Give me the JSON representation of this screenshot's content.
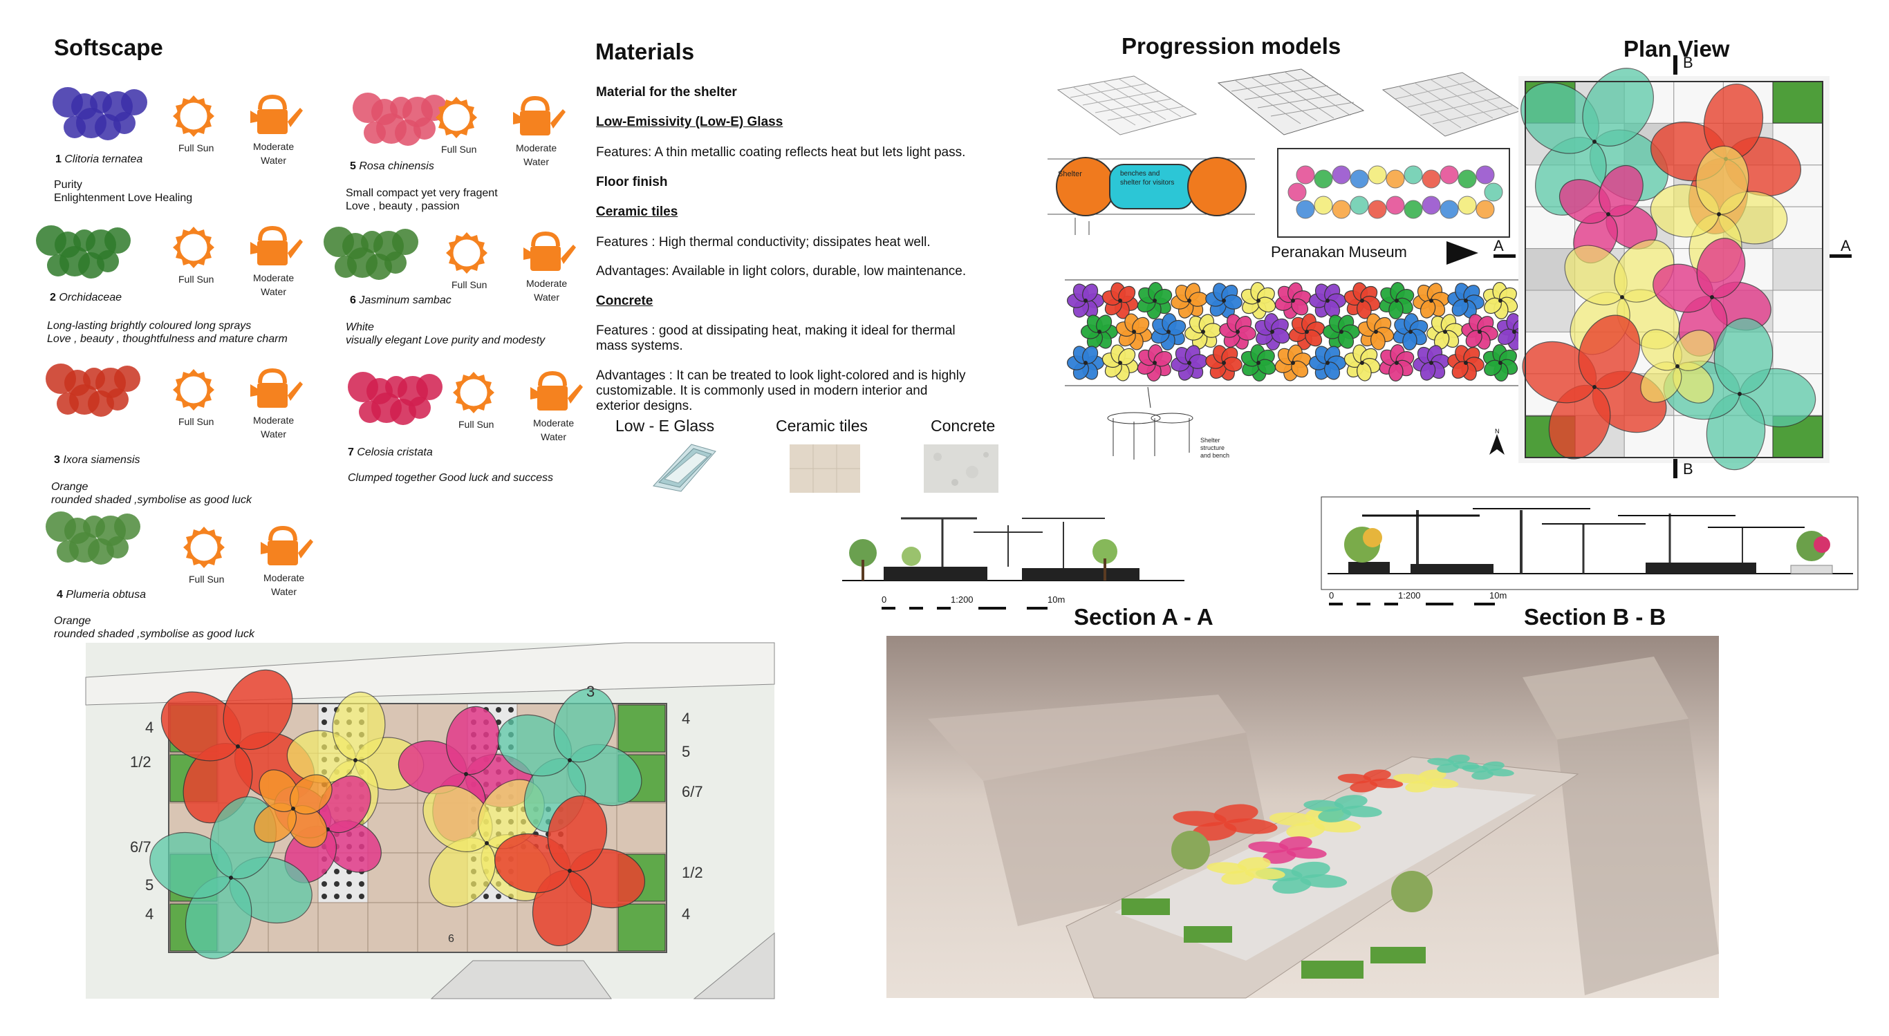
{
  "softscape": {
    "title": "Softscape",
    "sun_label": "Full Sun",
    "water_label_1": "Moderate",
    "water_label_2": "Water",
    "plants": [
      {
        "num": "1",
        "name": "Clitoria ternatea",
        "desc": [
          "Purity",
          "Enlightenment Love Healing"
        ],
        "color": "#3b2fa8"
      },
      {
        "num": "2",
        "name": "Orchidaceae",
        "desc": [
          "Long-lasting brightly coloured long sprays",
          "Love , beauty , thoughtfulness and mature charm"
        ],
        "color": "#2f7a2a"
      },
      {
        "num": "3",
        "name": "Ixora siamensis",
        "desc": [
          "Orange",
          "rounded shaded ,symbolise as good luck"
        ],
        "color": "#c9321f"
      },
      {
        "num": "4",
        "name": "Plumeria obtusa",
        "desc": [
          "Orange",
          "rounded shaded ,symbolise as good luck"
        ],
        "color": "#4c8a3a"
      },
      {
        "num": "5",
        "name": "Rosa chinensis",
        "desc": [
          "Small compact yet very fragent",
          "Love , beauty , passion"
        ],
        "color": "#e0506a"
      },
      {
        "num": "6",
        "name": "Jasminum sambac",
        "desc": [
          "White",
          "visually elegant Love purity and modesty"
        ],
        "color": "#3d7f2e"
      },
      {
        "num": "7",
        "name": "Celosia cristata",
        "desc": [
          "Clumped together Good luck and success"
        ],
        "color": "#d11f4f"
      }
    ],
    "accent": "#f5821f"
  },
  "materials": {
    "title": "Materials",
    "shelter_heading": "Material for the shelter",
    "glass_heading": "Low-Emissivity (Low-E) Glass",
    "glass_features": "Features: A thin metallic coating reflects heat but lets light pass.",
    "floor_heading": "Floor finish",
    "tiles_heading": "Ceramic tiles",
    "tiles_features": "Features : High thermal conductivity; dissipates heat well.",
    "tiles_advantages": "Advantages: Available in light colors, durable, low maintenance.",
    "concrete_heading": "Concrete",
    "concrete_features_1": "Features  : good at dissipating heat, making it ideal for thermal",
    "concrete_features_2": "mass systems.",
    "concrete_adv_1": "Advantages :  It can be treated to look light-colored and is highly",
    "concrete_adv_2": "customizable. It is commonly used in modern interior and",
    "concrete_adv_3": "exterior designs.",
    "swatches": [
      "Low - E Glass",
      "Ceramic tiles",
      "Concrete"
    ]
  },
  "progression": {
    "title": "Progression models",
    "sketch_note_1": "Shelter",
    "sketch_note_2": "benches and",
    "sketch_note_3": "shelter for visitors",
    "sketch_note_4": "Shelter",
    "sketch_note_5": "structure",
    "sketch_note_6": "and bench",
    "museum_label": "Peranakan Museum"
  },
  "plan": {
    "title": "Plan View",
    "label_a": "A",
    "label_b": "B"
  },
  "sections": {
    "a_title": "Section A - A",
    "b_title": "Section B - B",
    "scale_0": "0",
    "scale_mid": "1:200",
    "scale_end": "10m"
  },
  "site_plan": {
    "labels_left": [
      "4",
      "1/2",
      "6/7",
      "5",
      "4"
    ],
    "labels_right": [
      "4",
      "5",
      "6/7",
      "1/2",
      "4"
    ],
    "label_top": "3",
    "label_bottom": "6"
  },
  "colors": {
    "red": "#e8432f",
    "yellow": "#f2ea6a",
    "pink": "#e23b8a",
    "teal": "#5cc9a7",
    "orange": "#f79a2b",
    "purple": "#8b3fc8",
    "blue": "#2f7fd6",
    "green": "#23a83a"
  }
}
